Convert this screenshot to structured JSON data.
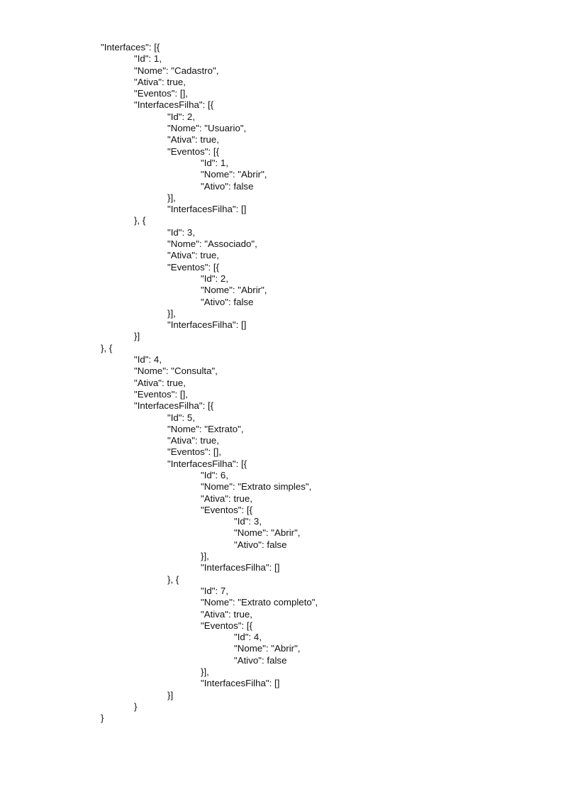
{
  "document": {
    "lines": [
      {
        "text": "\"Interfaces\": [{",
        "indent": 0
      },
      {
        "text": "\"Id\": 1,",
        "indent": 1
      },
      {
        "text": "\"Nome\": \"Cadastro\",",
        "indent": 1
      },
      {
        "text": "\"Ativa\": true,",
        "indent": 1
      },
      {
        "text": "\"Eventos\": [],",
        "indent": 1
      },
      {
        "text": "\"InterfacesFilha\": [{",
        "indent": 1
      },
      {
        "text": "\"Id\": 2,",
        "indent": 2
      },
      {
        "text": "\"Nome\": \"Usuario\",",
        "indent": 2
      },
      {
        "text": "\"Ativa\": true,",
        "indent": 2
      },
      {
        "text": "\"Eventos\": [{",
        "indent": 2
      },
      {
        "text": "\"Id\": 1,",
        "indent": 3
      },
      {
        "text": "\"Nome\": \"Abrir\",",
        "indent": 3
      },
      {
        "text": "\"Ativo\": false",
        "indent": 3
      },
      {
        "text": "}],",
        "indent": 2
      },
      {
        "text": "\"InterfacesFilha\": []",
        "indent": 2
      },
      {
        "text": "}, {",
        "indent": 1
      },
      {
        "text": "\"Id\": 3,",
        "indent": 2
      },
      {
        "text": "\"Nome\": \"Associado\",",
        "indent": 2
      },
      {
        "text": "\"Ativa\": true,",
        "indent": 2
      },
      {
        "text": "\"Eventos\": [{",
        "indent": 2
      },
      {
        "text": "\"Id\": 2,",
        "indent": 3
      },
      {
        "text": "\"Nome\": \"Abrir\",",
        "indent": 3
      },
      {
        "text": "\"Ativo\": false",
        "indent": 3
      },
      {
        "text": "}],",
        "indent": 2
      },
      {
        "text": "\"InterfacesFilha\": []",
        "indent": 2
      },
      {
        "text": "}]",
        "indent": 1
      },
      {
        "text": "}, {",
        "indent": 0
      },
      {
        "text": "\"Id\": 4,",
        "indent": 1
      },
      {
        "text": "\"Nome\": \"Consulta\",",
        "indent": 1
      },
      {
        "text": "\"Ativa\": true,",
        "indent": 1
      },
      {
        "text": "\"Eventos\": [],",
        "indent": 1
      },
      {
        "text": "\"InterfacesFilha\": [{",
        "indent": 1
      },
      {
        "text": "\"Id\": 5,",
        "indent": 2
      },
      {
        "text": "\"Nome\": \"Extrato\",",
        "indent": 2
      },
      {
        "text": "\"Ativa\": true,",
        "indent": 2
      },
      {
        "text": "\"Eventos\": [],",
        "indent": 2
      },
      {
        "text": "\"InterfacesFilha\": [{",
        "indent": 2
      },
      {
        "text": "\"Id\": 6,",
        "indent": 3
      },
      {
        "text": "\"Nome\": \"Extrato simples\",",
        "indent": 3
      },
      {
        "text": "\"Ativa\": true,",
        "indent": 3
      },
      {
        "text": "\"Eventos\": [{",
        "indent": 3
      },
      {
        "text": "\"Id\": 3,",
        "indent": 4
      },
      {
        "text": "\"Nome\": \"Abrir\",",
        "indent": 4
      },
      {
        "text": "\"Ativo\": false",
        "indent": 4
      },
      {
        "text": "}],",
        "indent": 3
      },
      {
        "text": "\"InterfacesFilha\": []",
        "indent": 3
      },
      {
        "text": "}, {",
        "indent": 2
      },
      {
        "text": "\"Id\": 7,",
        "indent": 3
      },
      {
        "text": "\"Nome\": \"Extrato completo\",",
        "indent": 3
      },
      {
        "text": "\"Ativa\": true,",
        "indent": 3
      },
      {
        "text": "\"Eventos\": [{",
        "indent": 3
      },
      {
        "text": "\"Id\": 4,",
        "indent": 4
      },
      {
        "text": "\"Nome\": \"Abrir\",",
        "indent": 4
      },
      {
        "text": "\"Ativo\": false",
        "indent": 4
      },
      {
        "text": "}],",
        "indent": 3
      },
      {
        "text": "\"InterfacesFilha\": []",
        "indent": 3
      },
      {
        "text": "}]",
        "indent": 2
      },
      {
        "text": "}",
        "indent": 1
      },
      {
        "text": "}",
        "indent": 0
      }
    ]
  }
}
